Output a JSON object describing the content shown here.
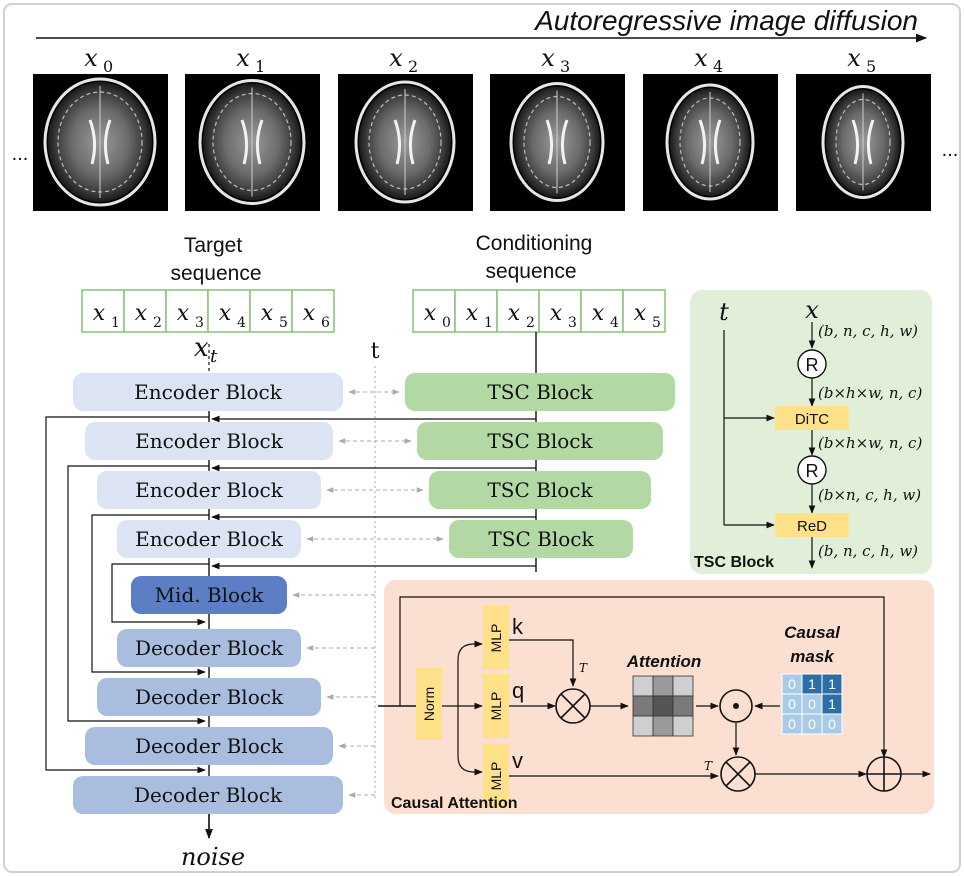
{
  "header": {
    "title": "Autoregressive  image diffusion",
    "frames": [
      "x",
      "x",
      "x",
      "x",
      "x",
      "x"
    ],
    "frame_subscripts": [
      "0",
      "1",
      "2",
      "3",
      "4",
      "5"
    ],
    "ellipsis": "..."
  },
  "target_sequence": {
    "label_line1": "Target",
    "label_line2": "sequence",
    "cells": [
      "x",
      "x",
      "x",
      "x",
      "x",
      "x"
    ],
    "subs": [
      "1",
      "2",
      "3",
      "4",
      "5",
      "6"
    ]
  },
  "conditioning_sequence": {
    "label_line1": "Conditioning",
    "label_line2": "sequence",
    "cells": [
      "x",
      "x",
      "x",
      "x",
      "x",
      "x"
    ],
    "subs": [
      "0",
      "1",
      "2",
      "3",
      "4",
      "5"
    ]
  },
  "xt_label": "x",
  "xt_sub": "t",
  "t_label": "t",
  "noise_label": "noise",
  "encoder_blocks": [
    "Encoder Block",
    "Encoder Block",
    "Encoder Block",
    "Encoder Block"
  ],
  "tsc_blocks": [
    "TSC Block",
    "TSC Block",
    "TSC Block",
    "TSC Block"
  ],
  "mid_block": "Mid. Block",
  "decoder_blocks": [
    "Decoder Block",
    "Decoder Block",
    "Decoder Block",
    "Decoder Block"
  ],
  "tsc_detail": {
    "title": "TSC Block",
    "t": "t",
    "x": "x",
    "shape1": "(b, n, c, h, w)",
    "shape2": "(b×h×w, n, c)",
    "shape3": "(b×h×w, n, c)",
    "shape4": "(b×n, c, h, w)",
    "shape5": "(b, n, c, h, w)",
    "reshape_symbol": "R",
    "ditc": "DiTC",
    "red": "ReD"
  },
  "causal_attention": {
    "title": "Causal Attention",
    "norm": "Norm",
    "mlp": "MLP",
    "k": "k",
    "q": "q",
    "v": "v",
    "transpose": "T",
    "attention_label": "Attention",
    "mask_label_1": "Causal",
    "mask_label_2": "mask",
    "mask_values": [
      "0",
      "1",
      "1",
      "0",
      "0",
      "1",
      "0",
      "0",
      "0"
    ]
  },
  "colors": {
    "encoder": "#dce4f4",
    "decoder": "#a9bddf",
    "mid": "#5b7ec4",
    "tsc": "#b2d8a4",
    "tsc_panel": "#e2efd8",
    "attn_panel": "#fbe0d2",
    "yellow": "#ffe18a",
    "seq_border": "#8cc67a"
  }
}
